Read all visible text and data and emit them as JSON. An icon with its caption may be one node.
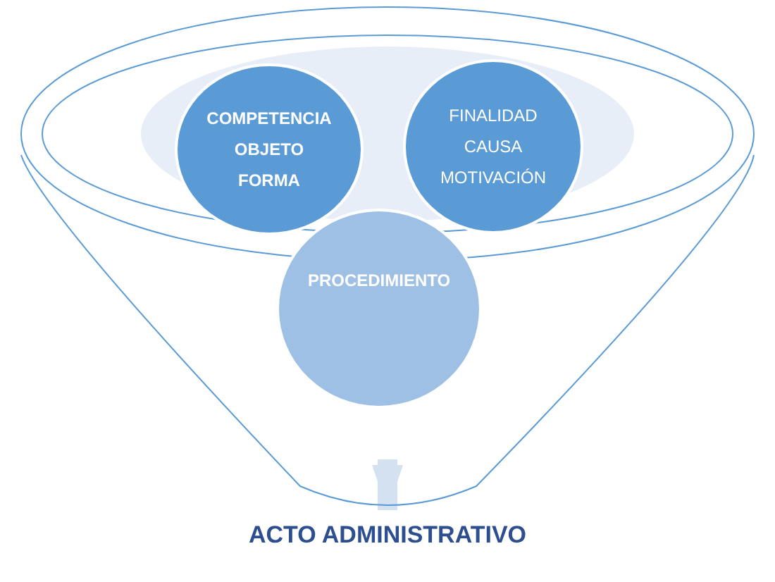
{
  "diagram": {
    "nodes": [
      {
        "text": [],
        "shape": "funnel"
      },
      {
        "text": [
          "COMPETENCIA OBJETO FORMA"
        ],
        "in": 0
      },
      {
        "text": [
          "FINALIDAD CAUSA MOTIVACIÓN"
        ],
        "in": 0
      },
      {
        "text": [
          "PROCEDIMIENTO"
        ]
      },
      {
        "text": [
          "ACTO ADMINISTRATIVO"
        ]
      }
    ],
    "edges": [
      {
        "from": 0,
        "to": 4,
        "arrow": "to"
      }
    ]
  }
}
